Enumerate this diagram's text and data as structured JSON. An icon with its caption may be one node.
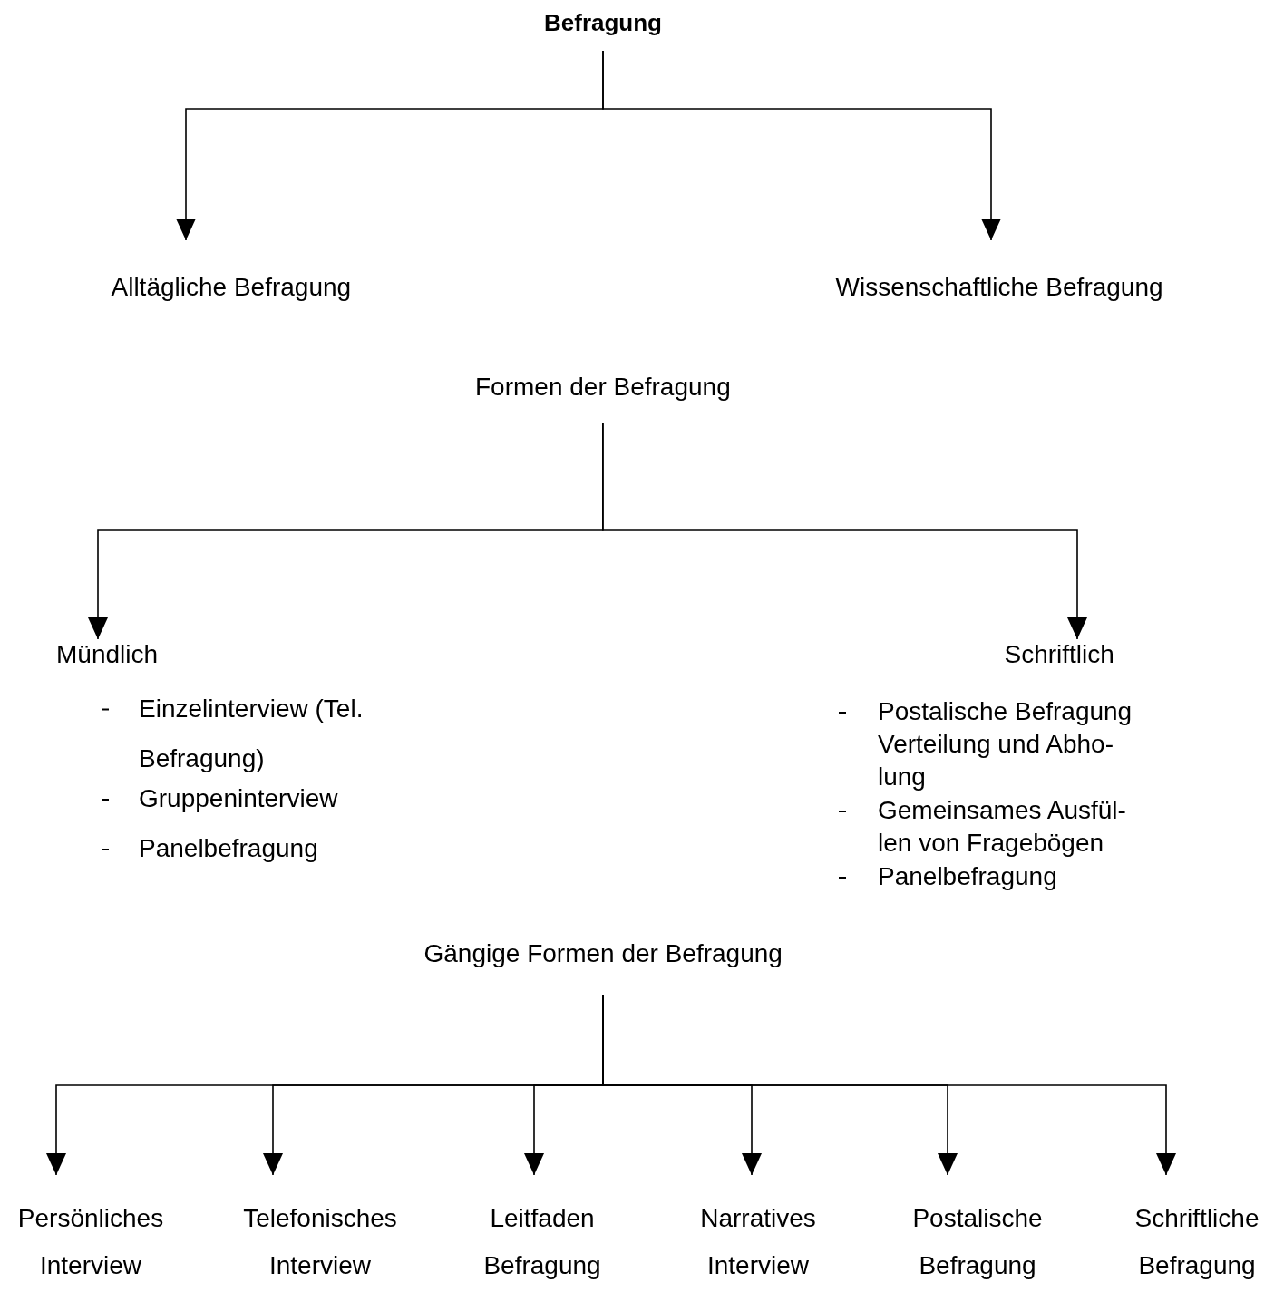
{
  "diagram": {
    "nodes": [
      {
        "text": [
          "Befragung"
        ]
      },
      {
        "text": [
          "Alltägliche Befragung"
        ]
      },
      {
        "text": [
          "Wissenschaftliche Befragung"
        ]
      },
      {
        "text": [
          "Formen der Befragung"
        ]
      },
      {
        "text": [
          "Mündlich"
        ]
      },
      {
        "text": [
          "Schriftlich"
        ]
      },
      {
        "text": [
          "Gängige Formen der Befragung"
        ]
      },
      {
        "text": [
          "Persönliches Interview"
        ]
      },
      {
        "text": [
          "Telefonisches Interview"
        ]
      },
      {
        "text": [
          "Leitfaden Befragung"
        ]
      },
      {
        "text": [
          "Narratives Interview"
        ]
      },
      {
        "text": [
          "Postalische Befragung"
        ]
      },
      {
        "text": [
          "Schriftliche Befragung"
        ]
      }
    ],
    "edges": [
      {
        "from": 0,
        "to": 1,
        "arrow": "to"
      },
      {
        "from": 0,
        "to": 2,
        "arrow": "to"
      },
      {
        "from": 3,
        "to": 4,
        "arrow": "to"
      },
      {
        "from": 3,
        "to": 5,
        "arrow": "to"
      },
      {
        "from": 6,
        "to": 7,
        "arrow": "to"
      },
      {
        "from": 6,
        "to": 8,
        "arrow": "to"
      },
      {
        "from": 6,
        "to": 9,
        "arrow": "to"
      },
      {
        "from": 6,
        "to": 10,
        "arrow": "to"
      },
      {
        "from": 6,
        "to": 11,
        "arrow": "to"
      },
      {
        "from": 6,
        "to": 12,
        "arrow": "to"
      }
    ],
    "labels": [
      "Einzelinterview (Tel. Befragung)",
      "Gruppeninterview",
      "Panelbefragung",
      "Postalische Befragung",
      "Verteilung und Abho-lung",
      "Gemeinsames Ausfül-len von Fragebögen",
      "Panelbefragung"
    ]
  }
}
